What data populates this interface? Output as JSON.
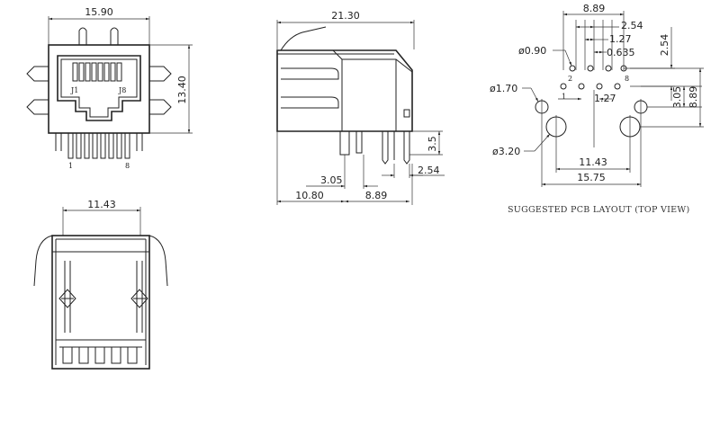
{
  "front_view": {
    "width_dim": "15.90",
    "height_dim": "13.40",
    "pin_label_j1": "J1",
    "pin_label_j8": "J8",
    "pin_num_1": "1",
    "pin_num_8": "8"
  },
  "side_view": {
    "length_dim": "21.30",
    "pin_height_dim": "3.5",
    "pitch_dim": "2.54",
    "offset_dim": "3.05",
    "front_dim": "10.80",
    "back_dim": "8.89"
  },
  "pcb_layout": {
    "top_dim": "8.89",
    "pitch_a": "2.54",
    "pitch_b": "1.27",
    "pitch_c": "0.635",
    "vert_pitch": "2.54",
    "hole_small": "ø0.90",
    "hole_mid": "ø1.70",
    "hole_large": "ø3.20",
    "vert_305": "3.05",
    "vert_889": "8.89",
    "inner_127": "1.27",
    "label_pin1": "1",
    "label_pin2": "2",
    "label_pin8": "8",
    "bottom_1143": "11.43",
    "bottom_1575": "15.75",
    "caption": "SUGGESTED PCB LAYOUT (TOP VIEW)"
  },
  "top_view": {
    "width_dim": "11.43"
  }
}
